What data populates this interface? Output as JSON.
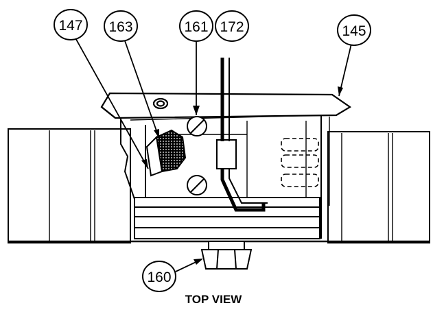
{
  "callouts": {
    "c147": "147",
    "c163": "163",
    "c161": "161",
    "c172": "172",
    "c145": "145",
    "c160": "160"
  },
  "caption": "TOP VIEW",
  "colors": {
    "ink": "#000000",
    "paper": "#ffffff"
  }
}
